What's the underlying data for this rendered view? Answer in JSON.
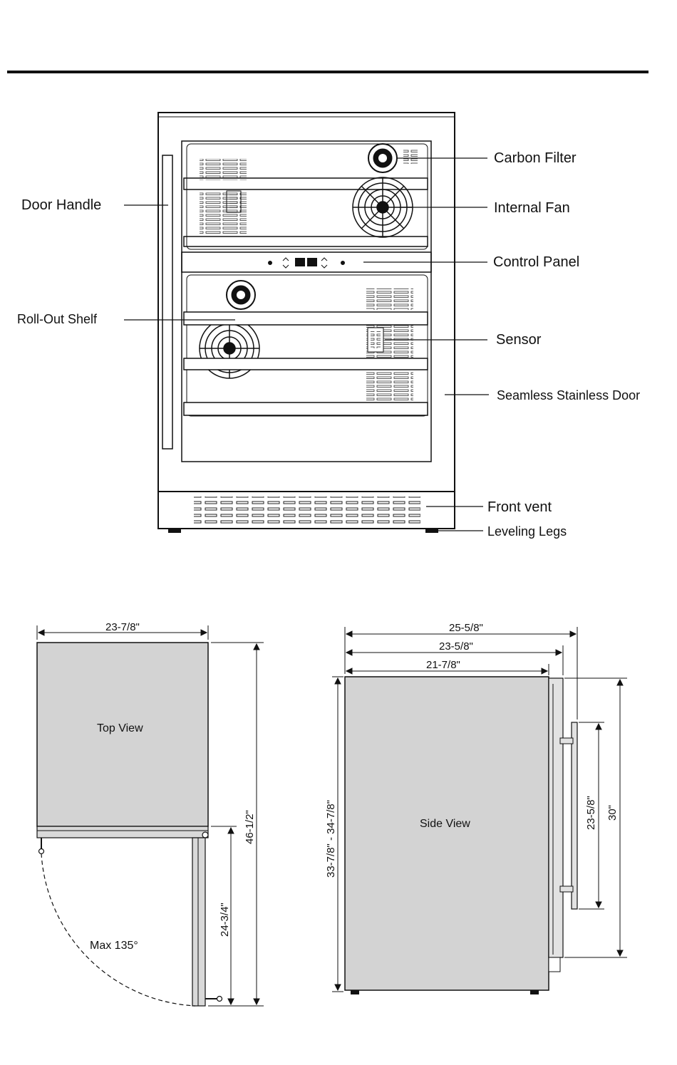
{
  "front_callouts": {
    "carbon_filter": "Carbon Filter",
    "internal_fan": "Internal Fan",
    "control_panel": "Control Panel",
    "sensor": "Sensor",
    "seamless_door": "Seamless Stainless Door",
    "front_vent": "Front vent",
    "leveling_legs": "Leveling Legs",
    "door_handle": "Door Handle",
    "roll_out_shelf": "Roll-Out Shelf"
  },
  "top_view": {
    "label": "Top View",
    "width": "23-7/8\"",
    "depth_open": "46-1/2\"",
    "door_width": "24-3/4\"",
    "swing": "Max 135°"
  },
  "side_view": {
    "label": "Side View",
    "depth_total": "25-5/8\"",
    "depth_door": "23-5/8\"",
    "depth_cabinet": "21-7/8\"",
    "height": "33-7/8\" - 34-7/8\"",
    "handle_length": "23-5/8\"",
    "door_height": "30\""
  }
}
